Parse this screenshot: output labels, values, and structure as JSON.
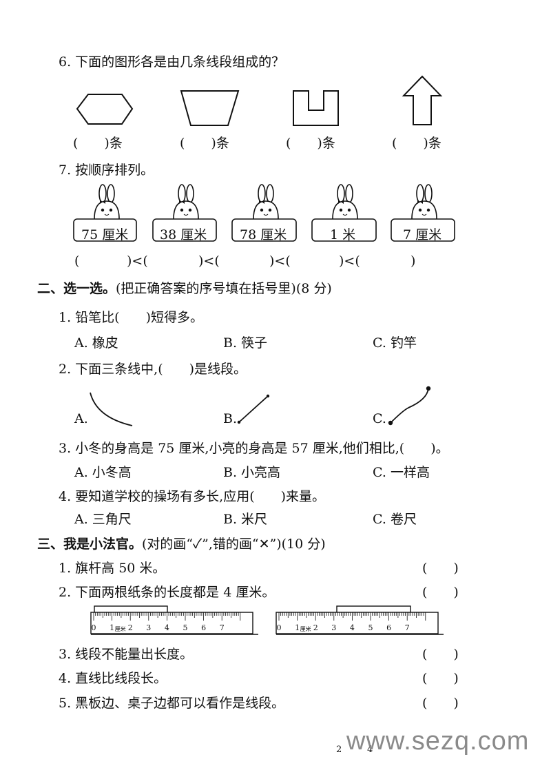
{
  "q6": {
    "title": "6. 下面的图形各是由几条线段组成的？",
    "answer": "(　　)条"
  },
  "q7": {
    "title": "7. 按顺序排列。",
    "cards": [
      "75 厘米",
      "38 厘米",
      "78 厘米",
      "1 米",
      "7 厘米"
    ],
    "blanks": [
      "(",
      ")<(",
      ")<(",
      ")<(",
      ")<(",
      ")"
    ]
  },
  "section2": {
    "title": "二、选一选。",
    "note": "(把正确答案的序号填在括号里)(8 分)",
    "questions": [
      {
        "q": "1. 铅笔比(　　)短得多。",
        "options": [
          "A. 橡皮",
          "B. 筷子",
          "C. 钓竿"
        ]
      },
      {
        "q": "2. 下面三条线中,(　　)是线段。",
        "options": [
          "A.",
          "B.",
          "C."
        ]
      },
      {
        "q": "3. 小冬的身高是 75 厘米,小亮的身高是 57 厘米,他们相比,(　　)。",
        "options": [
          "A. 小冬高",
          "B. 小亮高",
          "C. 一样高"
        ]
      },
      {
        "q": "4. 要知道学校的操场有多长,应用(　　)来量。",
        "options": [
          "A. 三角尺",
          "B. 米尺",
          "C.  卷尺"
        ]
      }
    ]
  },
  "section3": {
    "title": "三、我是小法官。",
    "note": "(对的画“✓”,错的画“✕”)(10 分)",
    "items": [
      "1. 旗杆高 50 米。",
      "2. 下面两根纸条的长度都是 4 厘米。",
      "3. 线段不能量出长度。",
      "4. 直线比线段长。",
      "5. 黑板边、桌子边都可以看作是线段。"
    ],
    "paren": "(　　)",
    "ruler_numbers": [
      "0",
      "1",
      "2",
      "3",
      "4",
      "5",
      "6",
      "7"
    ],
    "ruler_unit": "厘米"
  },
  "footer": {
    "page_left": "2",
    "page_right": "4",
    "watermark": "www.sezq.com"
  }
}
